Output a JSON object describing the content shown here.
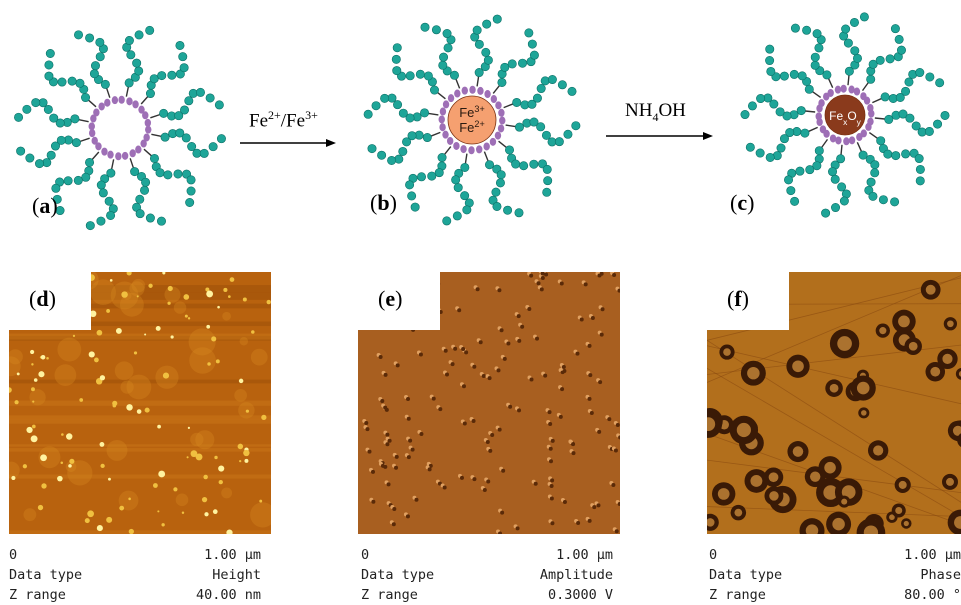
{
  "schemes": [
    {
      "label": "a",
      "core": null
    },
    {
      "label": "b",
      "core": {
        "line1": "Fe",
        "line1_sup": "3+",
        "line2": "Fe",
        "line2_sup": "2+",
        "color": "#f5a070"
      }
    },
    {
      "label": "c",
      "core": {
        "base1": "Fe",
        "sub1": "x",
        "base2": "O",
        "sub2": "y",
        "color": "#8a3a1c"
      }
    }
  ],
  "reactions": [
    {
      "parts": [
        [
          "Fe",
          ""
        ],
        [
          "2+",
          "sup"
        ],
        [
          "/Fe",
          ""
        ],
        [
          "3+",
          "sup"
        ]
      ]
    },
    {
      "parts": [
        [
          "NH",
          ""
        ],
        [
          "4",
          "sub"
        ],
        [
          "OH",
          ""
        ]
      ]
    }
  ],
  "afm": [
    {
      "label": "d",
      "scale_start": "0",
      "scale_end": "1.00 µm",
      "type_label": "Data type",
      "type_value": "Height",
      "range_label": "Z range",
      "range_value": "40.00 nm"
    },
    {
      "label": "e",
      "scale_start": "0",
      "scale_end": "1.00 µm",
      "type_label": "Data type",
      "type_value": "Amplitude",
      "range_label": "Z range",
      "range_value": "0.3000  V"
    },
    {
      "label": "f",
      "scale_start": "0",
      "scale_end": "1.00 µm",
      "type_label": "Data type",
      "type_value": "Phase",
      "range_label": "Z range",
      "range_value": "80.00  °"
    }
  ],
  "colors": {
    "tail": "#1ea598",
    "head": "#9e6fb6",
    "height_bg": "#b8620e",
    "amp_bg": "#a85f20",
    "phase_bg": "#b26f1c"
  }
}
